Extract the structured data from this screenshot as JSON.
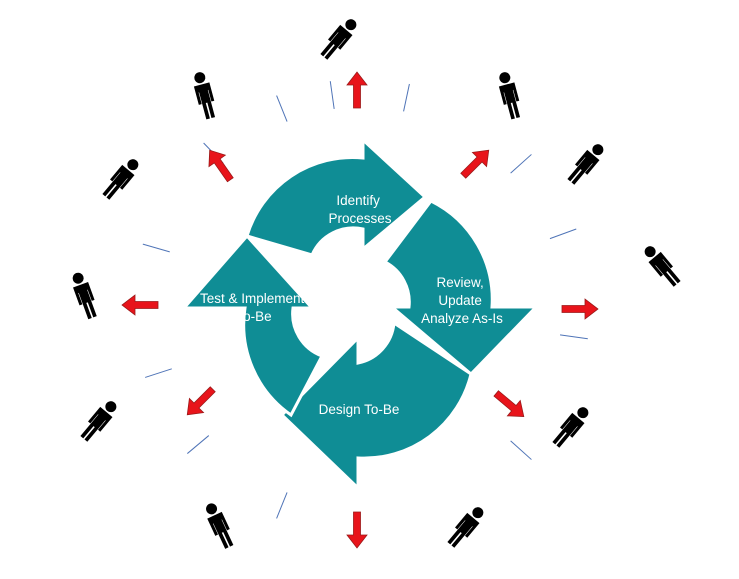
{
  "colors": {
    "cycle_fill": "#0f8d95",
    "cycle_divider": "#ffffff",
    "arrow_red": "#e8141b",
    "arrow_outline": "#9a1a1a",
    "person": "#000000",
    "ray": "#4f74b7"
  },
  "cycle": {
    "stages": [
      {
        "id": "identify",
        "lines": [
          "Identify",
          "Processes"
        ]
      },
      {
        "id": "review",
        "lines": [
          "Review,",
          "Update",
          "Analyze As-Is"
        ]
      },
      {
        "id": "design",
        "lines": [
          "Design To-Be"
        ]
      },
      {
        "id": "test",
        "lines": [
          "Test & Implement",
          "To-Be"
        ]
      }
    ]
  },
  "stakeholders": {
    "icon": "person-icon",
    "count": 12
  },
  "outward_arrows": {
    "icon": "red-arrow-icon",
    "count": 8
  },
  "rays": {
    "count": 12
  }
}
